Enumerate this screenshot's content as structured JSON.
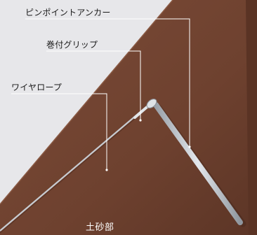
{
  "labels": {
    "pin_point_anchor": "ピンポイントアンカー",
    "winding_grip": "巻付グリップ",
    "wire_rope": "ワイヤロープ",
    "soil_section": "土砂部"
  },
  "colors": {
    "background": "#e7e7ea",
    "slope_dark": "#6b3f2d",
    "slope_mid": "#7a4a36",
    "ground_edge": "#4a2a1e",
    "rod": "#c9cfd6",
    "rod_shadow": "#8d949c",
    "callout_line": "#ffffff"
  }
}
